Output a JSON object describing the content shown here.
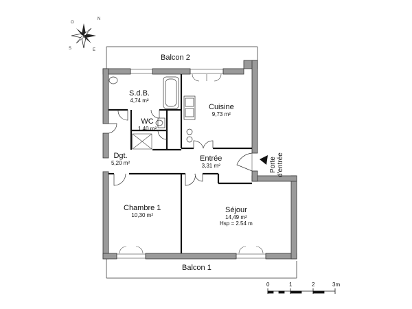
{
  "plan": {
    "balconies": [
      {
        "id": "balcon-2",
        "label": "Balcon 2"
      },
      {
        "id": "balcon-1",
        "label": "Balcon 1"
      }
    ],
    "rooms": [
      {
        "id": "sdb",
        "name": "S.d.B.",
        "area": "4,74 m²"
      },
      {
        "id": "cuisine",
        "name": "Cuisine",
        "area": "9,73 m²"
      },
      {
        "id": "wc",
        "name": "WC",
        "area": "1,40 m²"
      },
      {
        "id": "dgt",
        "name": "Dgt.",
        "area": "5,20 m²"
      },
      {
        "id": "entree",
        "name": "Entrée",
        "area": "3,31 m²"
      },
      {
        "id": "chambre1",
        "name": "Chambre 1",
        "area": "10,30 m²"
      },
      {
        "id": "sejour",
        "name": "Séjour",
        "area": "14,49 m²",
        "extra": "Hsp = 2.54 m"
      }
    ],
    "entry_label_line1": "Porte",
    "entry_label_line2": "d'entrée",
    "scale": {
      "ticks": [
        "0",
        "1",
        "2",
        "3m"
      ]
    },
    "compass": {
      "letters": [
        "N",
        "E",
        "S",
        "O"
      ]
    },
    "colors": {
      "wall": "#9a9a9a",
      "wall_stroke": "#333333",
      "inner_line": "#111111"
    }
  }
}
